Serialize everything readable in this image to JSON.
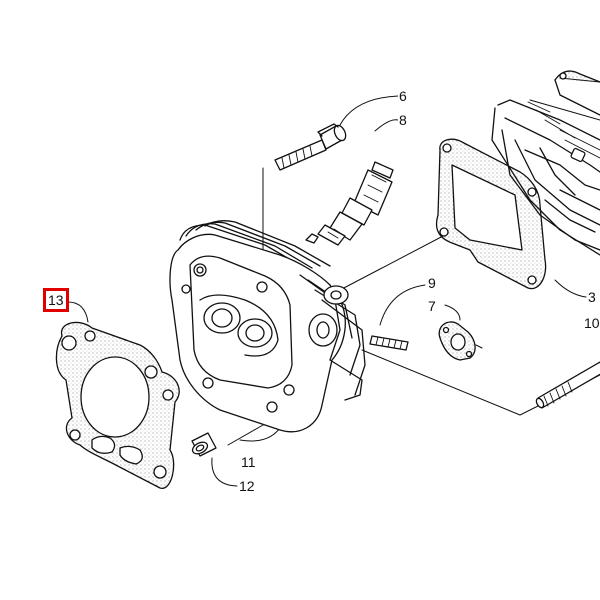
{
  "diagram": {
    "callouts": {
      "c3": "3",
      "c6": "6",
      "c7": "7",
      "c8": "8",
      "c9": "9",
      "c10": "10",
      "c11": "11",
      "c12": "12",
      "c13": "13"
    },
    "highlight_color": "#e00000",
    "line_color": "#111111"
  }
}
